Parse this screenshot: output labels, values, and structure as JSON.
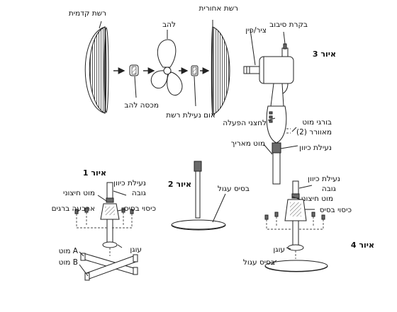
{
  "figures": {
    "fig1": "איור 1",
    "fig2": "איור 2",
    "fig3": "איור 3",
    "fig4": "איור 4"
  },
  "labels": {
    "front_grill": "רשת קדמית",
    "blade": "להב",
    "rear_grill": "רשת אחורית",
    "rotation_knob": "בקרת סיבוב",
    "shaft_pin": "ציר/פין",
    "blade_cap": "מכסה להב",
    "grill_nut": "אום נעילת רשת",
    "buttons": "לחצני הפעלה",
    "motor_screws": "בורגי מוט",
    "fan_screws_2": "מאוורר (2)",
    "height_lock_top": "נעילת כיוון",
    "ext_rod": "מוט מאריך",
    "height_lock_1": "נעילת כיוון",
    "height_1": "גובה",
    "outer_rod_1": "מוט חיצוני",
    "four_screws": "ארבעה ברגים",
    "base_cover_1": "כיסוי בסיס",
    "anchor_1": "עוגן",
    "rod_a": "מוט A",
    "rod_b": "מוט B",
    "round_base_2": "בסיס עגול",
    "height_lock_4": "נעילת כיוון",
    "height_4": "גובה",
    "outer_rod_4": "מוט חיצוני",
    "base_cover_4": "כיסוי בסיס",
    "anchor_4": "עוגן",
    "round_base_4": "בסיס עגול"
  }
}
